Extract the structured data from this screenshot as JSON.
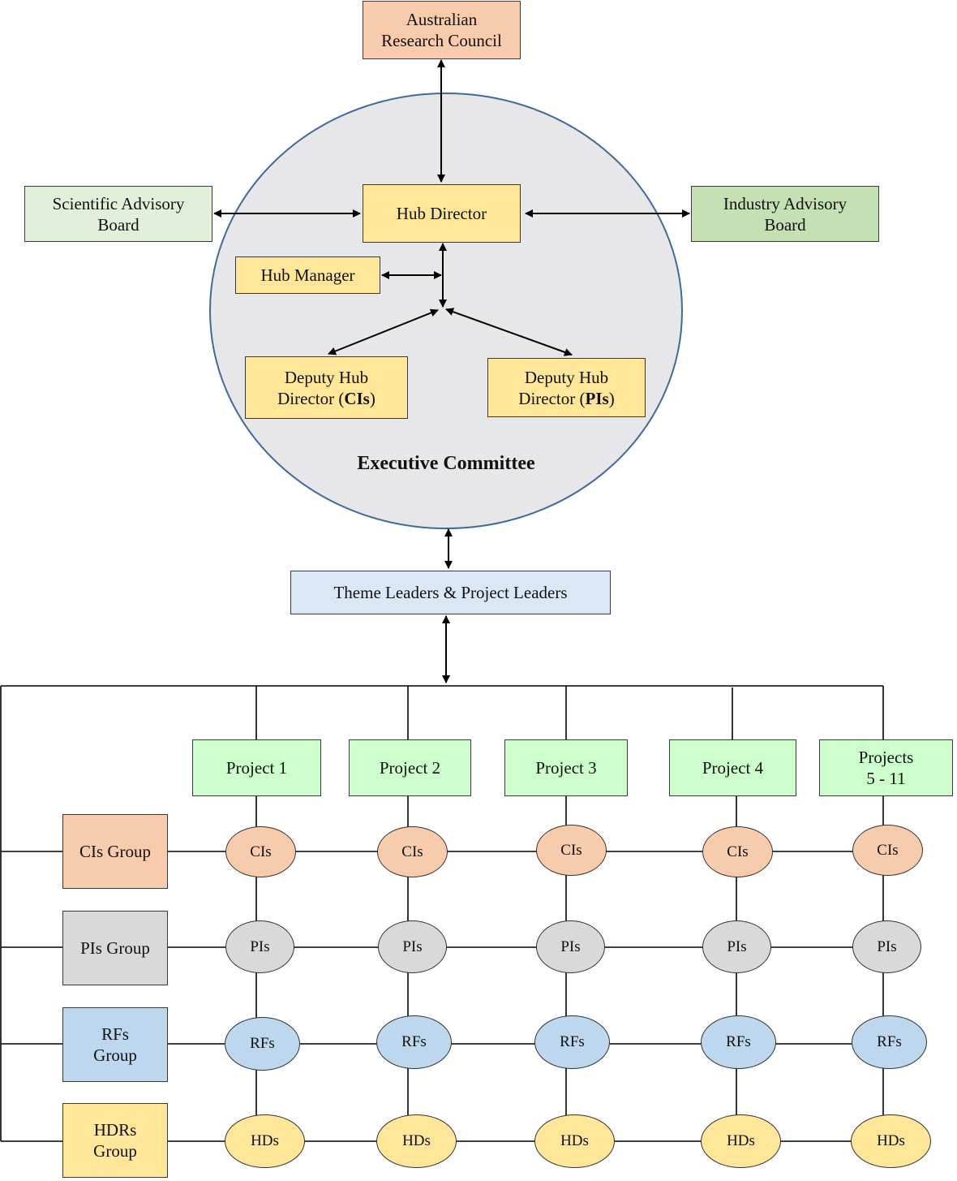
{
  "colors": {
    "arc": "#f8cbad",
    "advisory_scientific": "#e2efda",
    "advisory_industry": "#c5e0b4",
    "hub_yellow": "#ffe699",
    "exec_circle_fill": "#e7e6e8",
    "exec_circle_border": "#3f6a9a",
    "theme_leaders": "#dae8f5",
    "project_green": "#ccffcc",
    "cis": "#f8cbad",
    "pis": "#d9d9d9",
    "rfs": "#bdd7ee",
    "hds": "#ffe699"
  },
  "nodes": {
    "arc": "Australian\nResearch Council",
    "sab": "Scientific Advisory\nBoard",
    "iab": "Industry Advisory\nBoard",
    "hub_director": "Hub Director",
    "hub_manager": "Hub Manager",
    "deputy_cis_prefix": "Deputy Hub\nDirector (",
    "deputy_cis_bold": "CIs",
    "deputy_cis_suffix": ")",
    "deputy_pis_prefix": "Deputy Hub\nDirector (",
    "deputy_pis_bold": "PIs",
    "deputy_pis_suffix": ")",
    "executive_committee": "Executive Committee",
    "theme_leaders": "Theme Leaders & Project Leaders"
  },
  "projects": [
    "Project 1",
    "Project 2",
    "Project 3",
    "Project 4",
    "Projects\n5 - 11"
  ],
  "groups": [
    "CIs Group",
    "PIs Group",
    "RFs\nGroup",
    "HDRs\nGroup"
  ],
  "ovals": {
    "cis": [
      "CIs",
      "CIs",
      "CIs",
      "CIs",
      "CIs"
    ],
    "pis": [
      "PIs",
      "PIs",
      "PIs",
      "PIs",
      "PIs"
    ],
    "rfs": [
      "RFs",
      "RFs",
      "RFs",
      "RFs",
      "RFs"
    ],
    "hds": [
      "HDs",
      "HDs",
      "HDs",
      "HDs",
      "HDs"
    ]
  }
}
